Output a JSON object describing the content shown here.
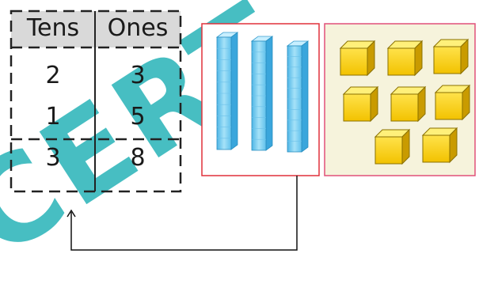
{
  "table": {
    "headers": {
      "tens": "Tens",
      "ones": "Ones"
    },
    "rows": [
      {
        "tens": "2",
        "ones": "3"
      },
      {
        "tens": "1",
        "ones": "5"
      }
    ],
    "total": {
      "tens": "3",
      "ones": "8"
    }
  },
  "blocks": {
    "tens_rods": 3,
    "ones_cubes": 8,
    "rod_color": "#7ecff0",
    "cube_color": "#f5cf00",
    "tens_box_border": "#e0303a",
    "ones_box_border": "#e0507a",
    "ones_box_bg": "#f6f3dc"
  },
  "watermark": {
    "text": "CERT",
    "color": "#27b3b8"
  }
}
